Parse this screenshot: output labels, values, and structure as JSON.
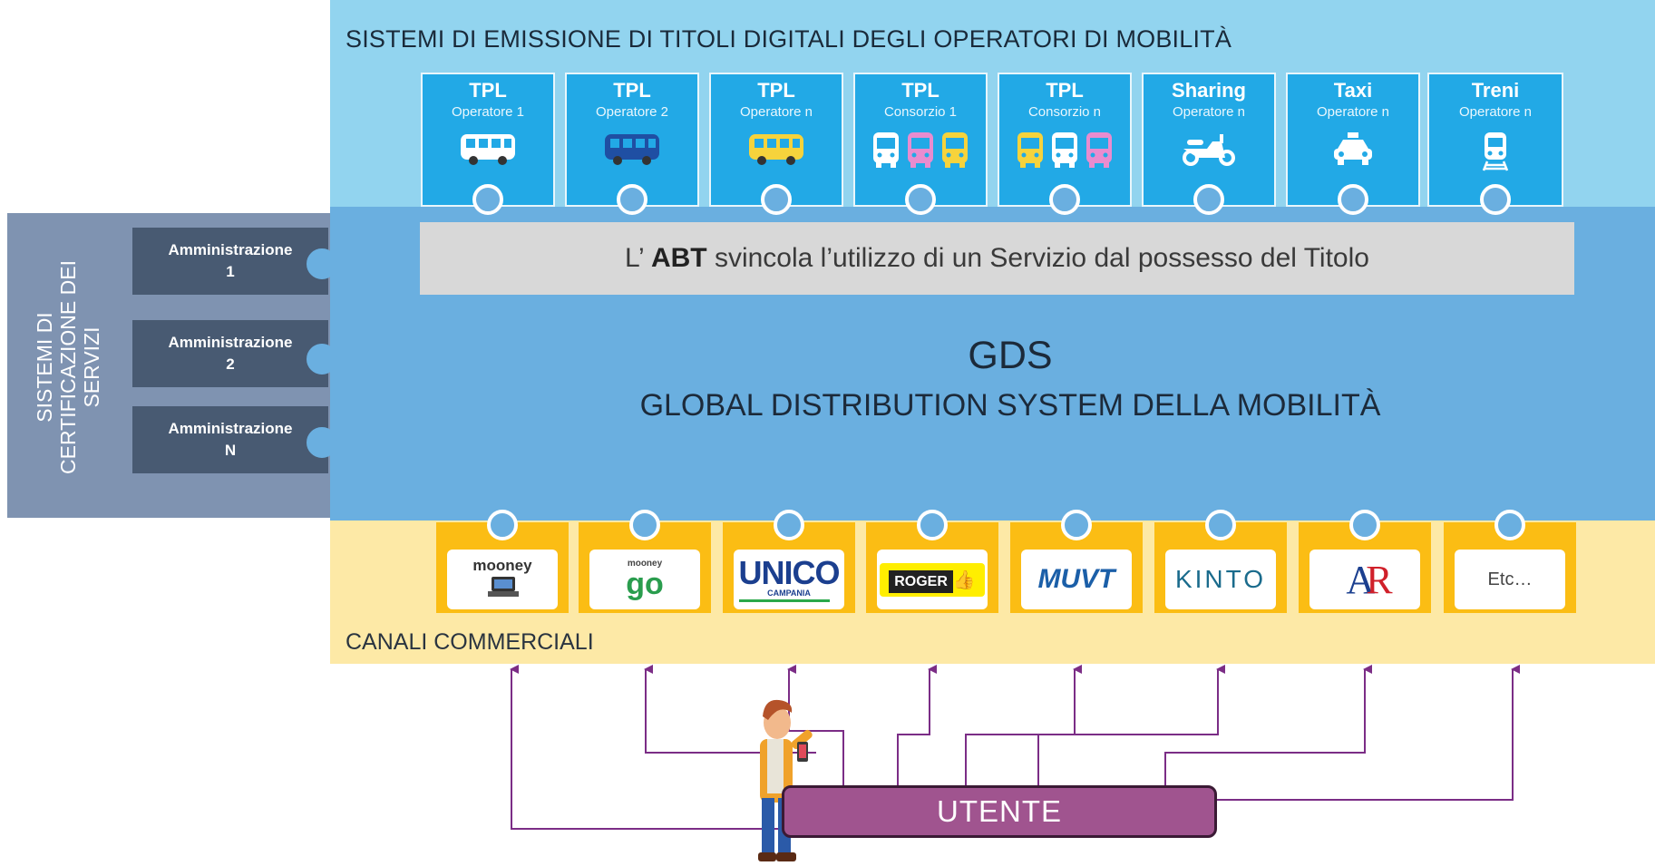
{
  "top": {
    "title": "SISTEMI DI EMISSIONE DI TITOLI DIGITALI  DEGLI OPERATORI DI MOBILITÀ",
    "operators": [
      {
        "title": "TPL",
        "subtitle": "Operatore 1",
        "icons": [
          "bus-icon"
        ],
        "colors": [
          "#ffffff"
        ]
      },
      {
        "title": "TPL",
        "subtitle": "Operatore 2",
        "icons": [
          "bus-icon"
        ],
        "colors": [
          "#1f4fa3"
        ]
      },
      {
        "title": "TPL",
        "subtitle": "Operatore n",
        "icons": [
          "bus-icon"
        ],
        "colors": [
          "#f6d33c"
        ]
      },
      {
        "title": "TPL",
        "subtitle": "Consorzio 1",
        "icons": [
          "bus-front-icon",
          "bus-front-icon",
          "bus-front-icon"
        ],
        "colors": [
          "#ffffff",
          "#e98ccf",
          "#f6d33c"
        ]
      },
      {
        "title": "TPL",
        "subtitle": "Consorzio n",
        "icons": [
          "bus-front-icon",
          "bus-front-icon",
          "bus-front-icon"
        ],
        "colors": [
          "#f6d33c",
          "#ffffff",
          "#e98ccf"
        ]
      },
      {
        "title": "Sharing",
        "subtitle": "Operatore n",
        "icons": [
          "scooter-icon"
        ],
        "colors": [
          "#ffffff"
        ]
      },
      {
        "title": "Taxi",
        "subtitle": "Operatore n",
        "icons": [
          "taxi-icon"
        ],
        "colors": [
          "#ffffff"
        ]
      },
      {
        "title": "Treni",
        "subtitle": "Operatore n",
        "icons": [
          "train-icon"
        ],
        "colors": [
          "#ffffff"
        ]
      }
    ]
  },
  "left": {
    "label_lines": [
      "SISTEMI DI",
      "CERTIFICAZIONE DEI",
      "SERVIZI"
    ],
    "admins": [
      {
        "line1": "Amministrazione",
        "line2": "1"
      },
      {
        "line1": "Amministrazione",
        "line2": "2"
      },
      {
        "line1": "Amministrazione",
        "line2": "N"
      }
    ]
  },
  "gds": {
    "abt_prefix": "L’ ",
    "abt_bold": "ABT",
    "abt_rest": " svincola l’utilizzo di un Servizio dal possesso del Titolo",
    "title": "GDS",
    "subtitle": "GLOBAL DISTRIBUTION SYSTEM DELLA MOBILITÀ"
  },
  "channels": {
    "label": "CANALI COMMERCIALI",
    "items": [
      {
        "name": "mooney",
        "logo_text": "mooney"
      },
      {
        "name": "mooney go",
        "logo_text": "go",
        "logo_small": "mooney"
      },
      {
        "name": "unico campania",
        "logo_text": "UNICO",
        "logo_small": "CAMPANIA"
      },
      {
        "name": "roger",
        "logo_text": "ROGER"
      },
      {
        "name": "muvt",
        "logo_text": "MUVT"
      },
      {
        "name": "kinto",
        "logo_text": "KINTO"
      },
      {
        "name": "ar",
        "logo_text": "AR"
      },
      {
        "name": "etc",
        "logo_text": "Etc…"
      }
    ]
  },
  "user": {
    "label": "UTENTE"
  },
  "colors": {
    "top": "#92d4ef",
    "operator": "#22a9e6",
    "gds": "#6aafe0",
    "channel": "#fbbd14",
    "channel_band": "#fde9a6",
    "admin": "#485a72",
    "left": "#7f93b1",
    "user": "#a0548f",
    "arrow": "#7b2d86"
  }
}
